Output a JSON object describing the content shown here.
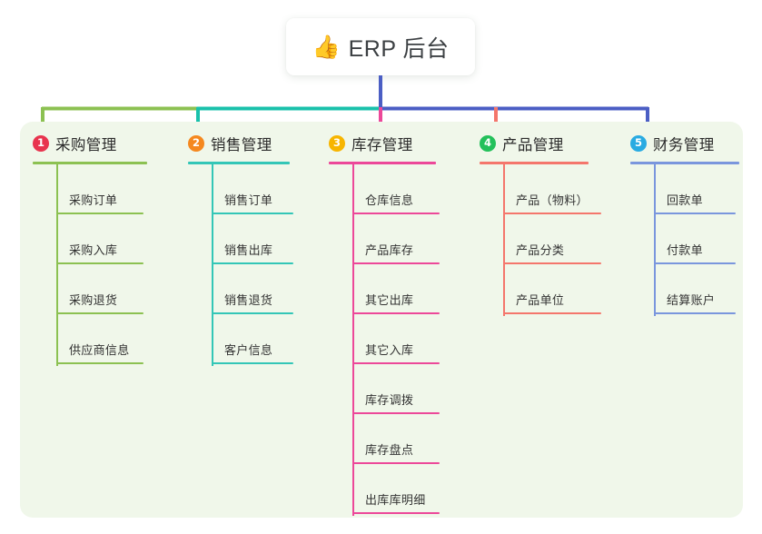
{
  "root": {
    "icon": "thumbs-up-icon",
    "emoji": "👍",
    "title": "ERP 后台"
  },
  "theme": {
    "panel_bg": "#f0f7ea",
    "page_bg": "#ffffff",
    "root_text": "#3c4043",
    "trunk_from_root": "#4b5ec4",
    "bar_green": "#7cb342",
    "bar_teal": "#19c1ab",
    "bar_blue": "#4b5ec4"
  },
  "columns": [
    {
      "index": "1",
      "badge_number": "1",
      "badge_color": "#e8344e",
      "line_color": "#8cc152",
      "title": "采购管理",
      "items": [
        {
          "label": "采购订单"
        },
        {
          "label": "采购入库"
        },
        {
          "label": "采购退货"
        },
        {
          "label": "供应商信息"
        }
      ]
    },
    {
      "index": "2",
      "badge_number": "2",
      "badge_color": "#f5881f",
      "line_color": "#33c6b7",
      "title": "销售管理",
      "items": [
        {
          "label": "销售订单"
        },
        {
          "label": "销售出库"
        },
        {
          "label": "销售退货"
        },
        {
          "label": "客户信息"
        }
      ]
    },
    {
      "index": "3",
      "badge_number": "3",
      "badge_color": "#f7b500",
      "line_color": "#ec4899",
      "title": "库存管理",
      "items": [
        {
          "label": "仓库信息"
        },
        {
          "label": "产品库存"
        },
        {
          "label": "其它出库"
        },
        {
          "label": "其它入库"
        },
        {
          "label": "库存调拨"
        },
        {
          "label": "库存盘点"
        },
        {
          "label": "出库库明细"
        }
      ]
    },
    {
      "index": "4",
      "badge_number": "4",
      "badge_color": "#23c05a",
      "line_color": "#f4766c",
      "title": "产品管理",
      "items": [
        {
          "label": "产品（物料）"
        },
        {
          "label": "产品分类"
        },
        {
          "label": "产品单位"
        }
      ]
    },
    {
      "index": "5",
      "badge_number": "5",
      "badge_color": "#29abe2",
      "line_color": "#7a96dd",
      "title": "财务管理",
      "items": [
        {
          "label": "回款单"
        },
        {
          "label": "付款单"
        },
        {
          "label": "结算账户"
        }
      ]
    }
  ]
}
